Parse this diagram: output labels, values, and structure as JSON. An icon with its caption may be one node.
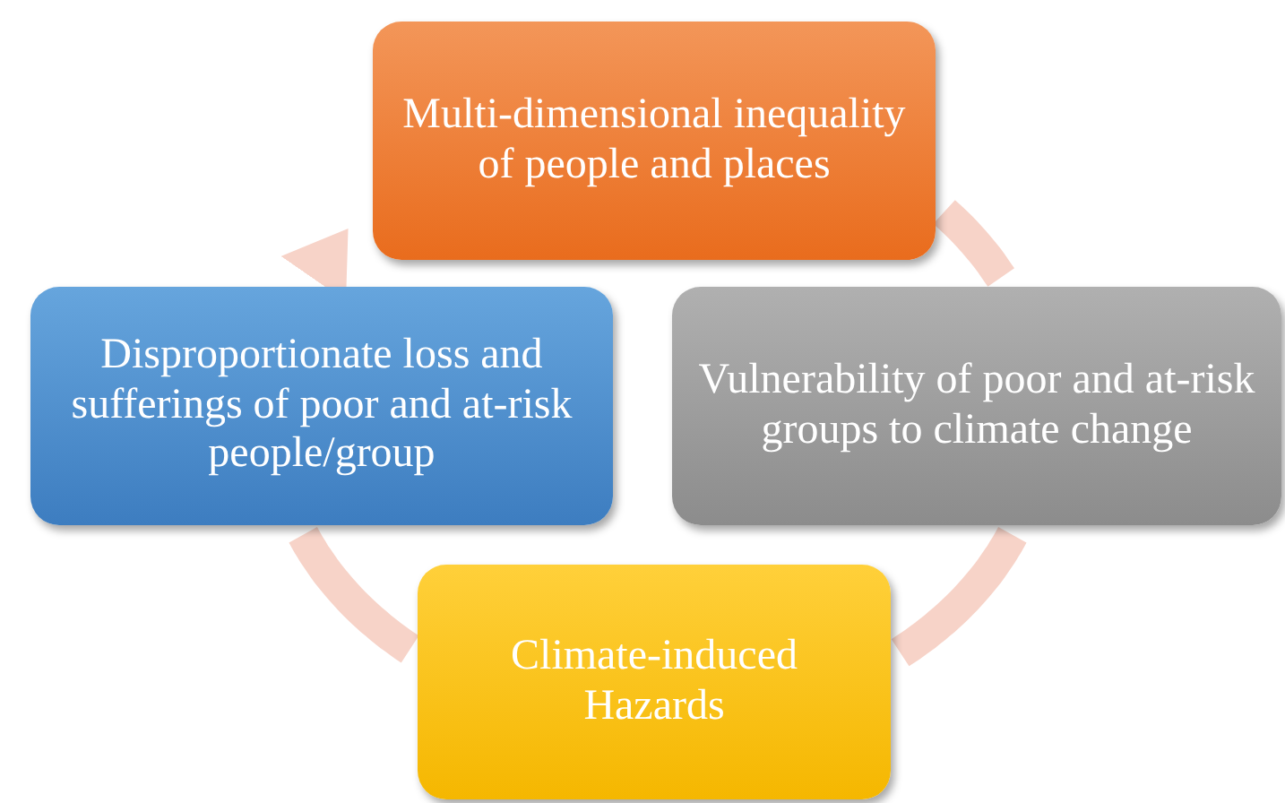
{
  "diagram": {
    "nodes": [
      {
        "text": [
          "Multi-dimensional inequality of people and places"
        ]
      },
      {
        "text": [
          "Disproportionate loss and sufferings of poor and at-risk people/group"
        ]
      },
      {
        "text": [
          "Vulnerability of poor and at-risk groups to climate change"
        ]
      },
      {
        "text": [
          "Climate-induced Hazards"
        ]
      }
    ],
    "edges": [
      {
        "from": 0,
        "to": 2,
        "arrow": "none"
      },
      {
        "from": 2,
        "to": 3,
        "arrow": "none"
      },
      {
        "from": 3,
        "to": 1,
        "arrow": "none"
      },
      {
        "from": 1,
        "to": 0,
        "arrow": "to"
      }
    ]
  }
}
